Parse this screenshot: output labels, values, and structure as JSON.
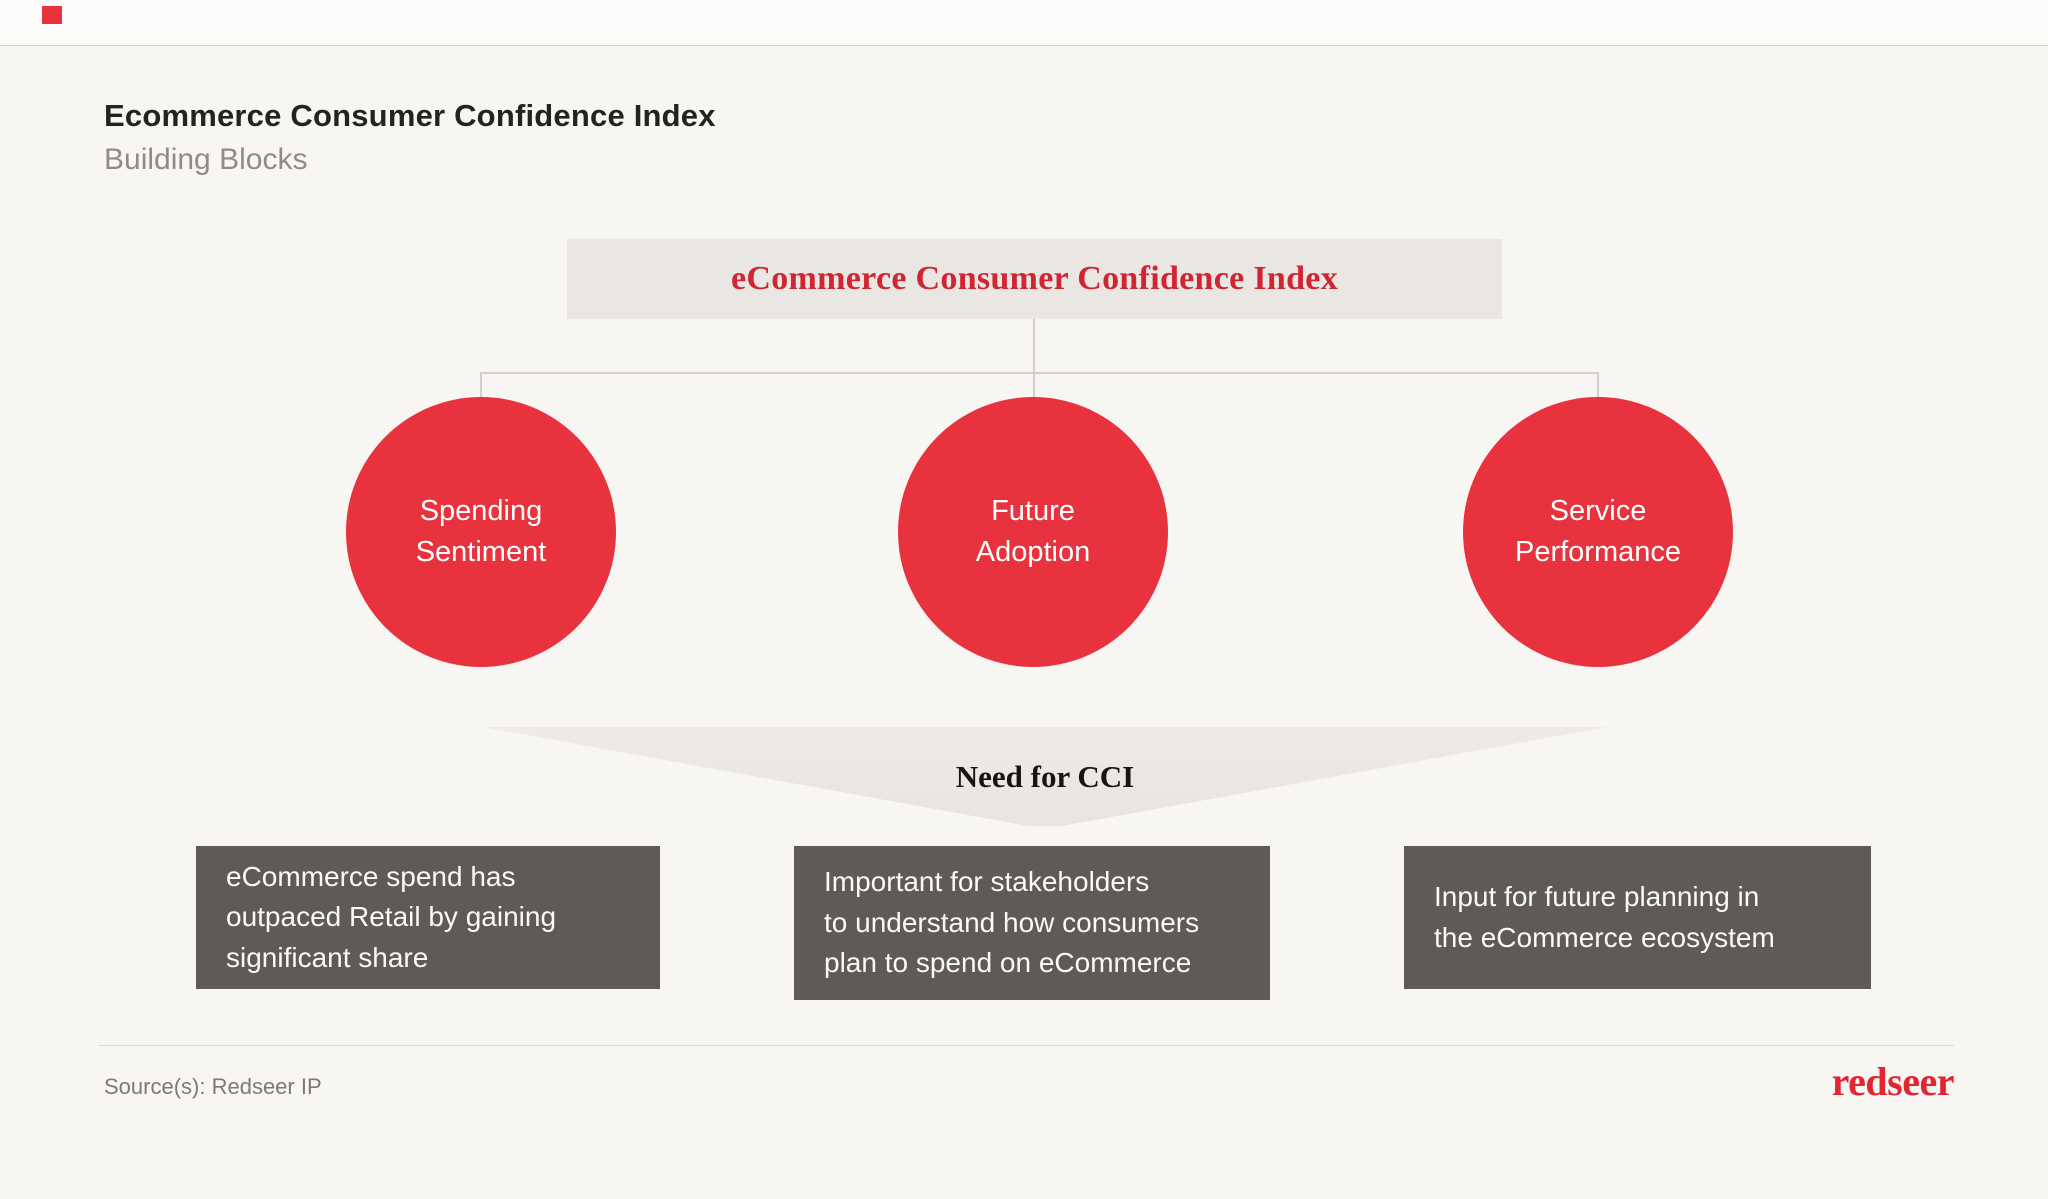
{
  "header": {
    "title": "Ecommerce Consumer Confidence Index",
    "subtitle": "Building Blocks"
  },
  "tree": {
    "root_label": "eCommerce Consumer Confidence Index",
    "branches": [
      {
        "label": "Spending\nSentiment"
      },
      {
        "label": "Future\nAdoption"
      },
      {
        "label": "Service\nPerformance"
      }
    ]
  },
  "funnel": {
    "label": "Need for CCI"
  },
  "notes": [
    {
      "text": "eCommerce spend has\noutpaced Retail by gaining\nsignificant share"
    },
    {
      "text": "Important for stakeholders\nto understand how consumers\nplan to spend on eCommerce"
    },
    {
      "text": "Input for future planning in\nthe eCommerce ecosystem"
    }
  ],
  "footer": {
    "source": "Source(s): Redseer IP",
    "logo_text": "redseer"
  },
  "colors": {
    "accent_red": "#e8323e",
    "banner_text_red": "#d02632",
    "logo_red": "#e22531",
    "note_bg": "#5e5a56",
    "canvas_bg": "#f8f6f3"
  }
}
